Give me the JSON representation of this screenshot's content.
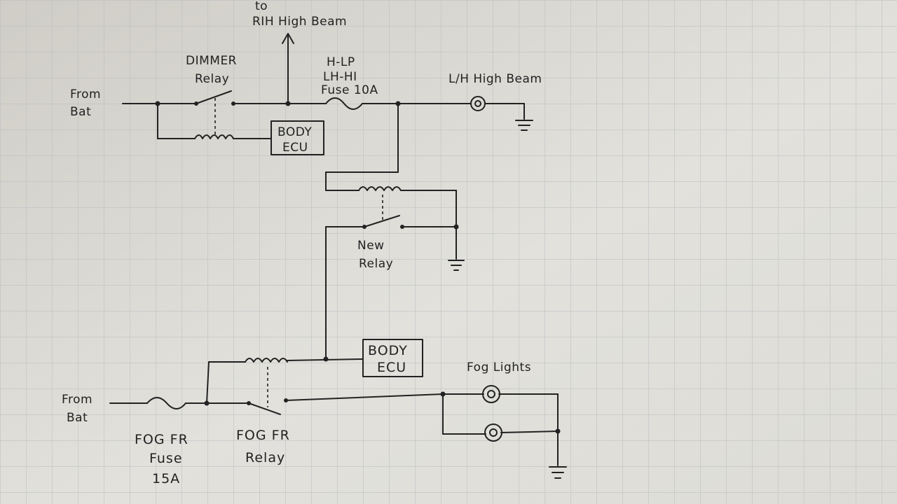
{
  "diagram": {
    "labels": {
      "to_label": "to",
      "rh_high_beam": "RIH High Beam",
      "dimmer_relay_line1": "DIMMER",
      "dimmer_relay_line2": "Relay",
      "fuse_top_line1": "H-LP",
      "fuse_top_line2": "LH-HI",
      "fuse_top_line3": "Fuse 10A",
      "lh_high_beam": "L/H High Beam",
      "from_bat_top_line1": "From",
      "from_bat_top_line2": "Bat",
      "body_ecu_top_line1": "BODY",
      "body_ecu_top_line2": "ECU",
      "new_relay_line1": "New",
      "new_relay_line2": "Relay",
      "body_ecu_bottom_line1": "BODY",
      "body_ecu_bottom_line2": "ECU",
      "fog_lights": "Fog Lights",
      "from_bat_bottom_line1": "From",
      "from_bat_bottom_line2": "Bat",
      "fog_fuse_line1": "FOG FR",
      "fog_fuse_line2": "Fuse",
      "fog_fuse_line3": "15A",
      "fog_relay_line1": "FOG FR",
      "fog_relay_line2": "Relay"
    }
  }
}
